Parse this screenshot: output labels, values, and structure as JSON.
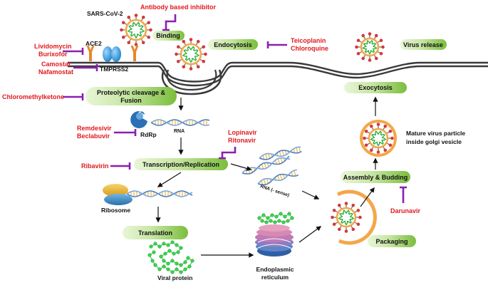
{
  "colors": {
    "inhibitor": "#e0191f",
    "inhibit_bar": "#8b1fb0",
    "pill_light": "#e9f6d8",
    "pill_dark": "#7bbd3c",
    "virus_outer": "#f4a74a",
    "virus_inner": "#ffffff",
    "rna": "#22aa33",
    "spike": "#d23a3a",
    "membrane": "#3a3a3a"
  },
  "labels": {
    "sars": "SARS-CoV-2",
    "ace2": "ACE2",
    "tmprss2": "TMPRSS2",
    "rdrp": "RdRp",
    "rna": "RNA",
    "rna_neg": "RNA (- sense)",
    "ribosome": "Ribosome",
    "viral_protein": "Viral protein",
    "er_line1": "Endoplasmic",
    "er_line2": "reticulum",
    "mature_line1": "Mature virus particle",
    "mature_line2": "inside golgi vesicle"
  },
  "steps": {
    "binding": "Binding",
    "endocytosis": "Endocytosis",
    "virus_release": "Virus release",
    "proteolytic_line1": "Proteolytic  cleavage &",
    "proteolytic_line2": "Fusion",
    "exocytosis": "Exocytosis",
    "transcription": "Transcription/Replication",
    "assembly": "Assembly & Budding",
    "translation": "Translation",
    "packaging": "Packaging"
  },
  "drugs": {
    "antibody": "Antibody based inhibitor",
    "lividomycin": "Lividomycin",
    "burixofor": "Burixofor",
    "camostat": "Camostat",
    "nafamostat": "Nafamostat",
    "teicoplanin": "Teicoplanin",
    "chloroquine": "Chloroquine",
    "chloromethylketone": "Chloromethylketone",
    "remdesivir": "Remdesivir",
    "beclabuvir": "Beclabuvir",
    "lopinavir": "Lopinavir",
    "ritonavir": "Ritonavir",
    "ribavirin": "Ribavirin",
    "darunavir": "Darunavir"
  }
}
